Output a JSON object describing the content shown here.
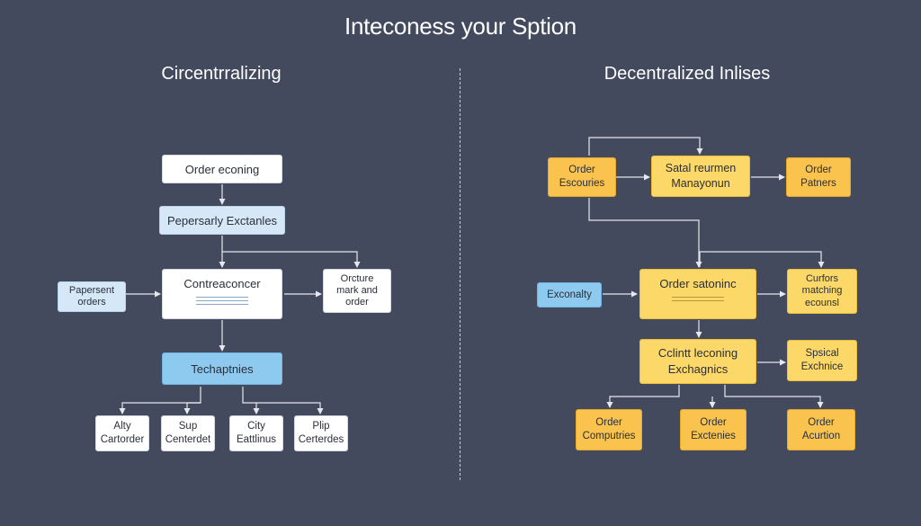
{
  "title": "Inteconess your Sption",
  "left": {
    "heading": "Circentrralizing",
    "nodes": {
      "order_econing": "Order econing",
      "pepersarly": "Pepersarly Exctanles",
      "contreaconcer": "Contreaconcer",
      "papersent": [
        "Papersent",
        "orders"
      ],
      "orcture": [
        "Orcture",
        "mark and",
        "order"
      ],
      "techaptnies": "Techaptnies",
      "leaf1": [
        "Alty",
        "Cartorder"
      ],
      "leaf2": [
        "Sup",
        "Centerdet"
      ],
      "leaf3": [
        "City",
        "Eattlinus"
      ],
      "leaf4": [
        "Plip",
        "Certerdes"
      ]
    }
  },
  "right": {
    "heading": "Decentralized Inlises",
    "nodes": {
      "order_escouries": [
        "Order",
        "Escouries"
      ],
      "satal": [
        "Satal reurmen",
        "Manayonun"
      ],
      "order_patners": [
        "Order",
        "Patners"
      ],
      "exconalty": "Exconalty",
      "order_satoninc": "Order satoninc",
      "curfors": [
        "Curfors",
        "matching",
        "ecounsl"
      ],
      "cclintt": [
        "Cclintt leconing",
        "Exchagnics"
      ],
      "spsical": [
        "Spsical",
        "Exchnice"
      ],
      "order_computries": [
        "Order",
        "Computries"
      ],
      "order_exctenies": [
        "Order",
        "Exctenies"
      ],
      "order_acurtion": [
        "Order",
        "Acurtion"
      ]
    }
  },
  "colors": {
    "background": "#434a5e",
    "white_box": "#ffffff",
    "light_blue_box": "#d6e8f7",
    "mid_blue_box": "#8ec9ef",
    "yellow_box": "#fbd867",
    "orange_box": "#f9c34d",
    "line": "#e6e8ee"
  }
}
